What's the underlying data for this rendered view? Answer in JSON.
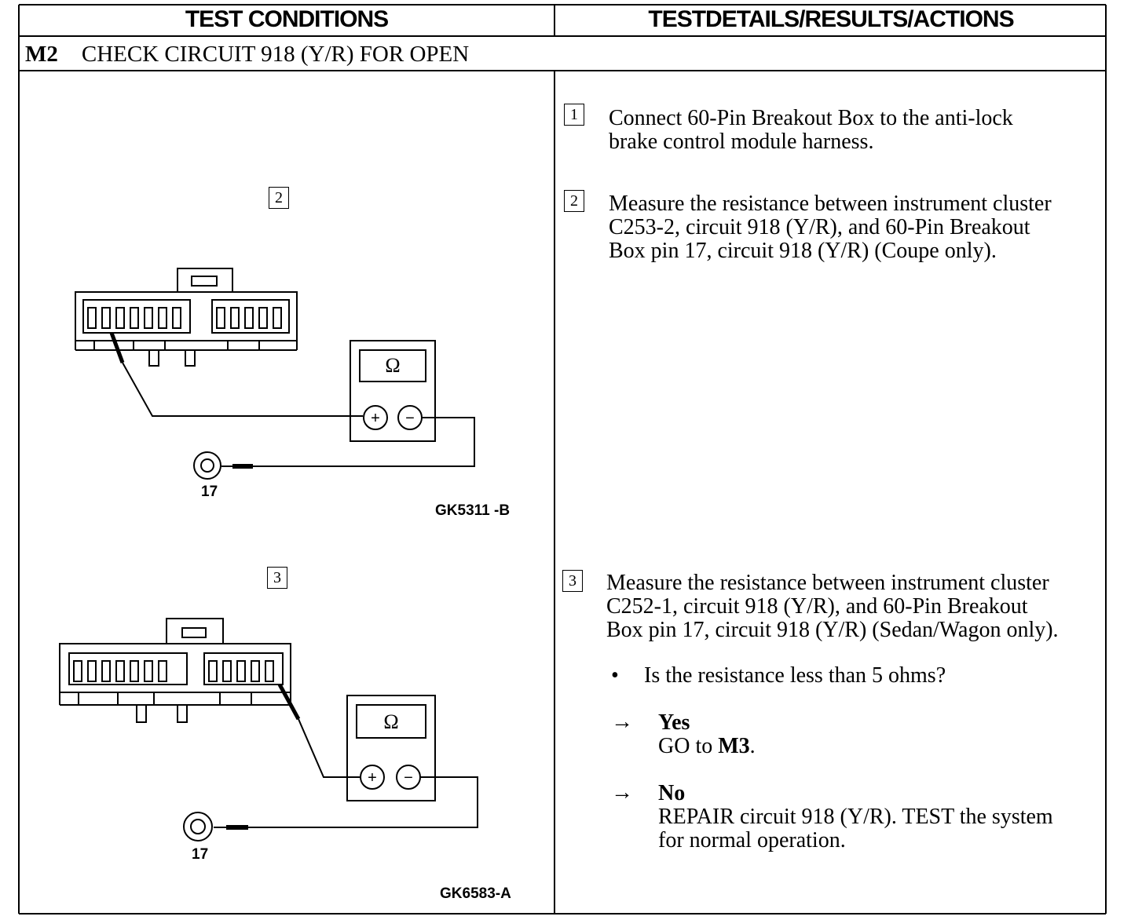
{
  "header": {
    "left": "TEST CONDITIONS",
    "right": "TESTDETAILS/RESULTS/ACTIONS"
  },
  "section": {
    "code": "M2",
    "title": "CHECK CIRCUIT 918 (Y/R) FOR OPEN"
  },
  "figures": [
    {
      "step": "2",
      "meter_symbol": "Ω",
      "plus": "+",
      "minus": "−",
      "pin": "17",
      "label": "GK5311 -B"
    },
    {
      "step": "3",
      "meter_symbol": "Ω",
      "plus": "+",
      "minus": "−",
      "pin": "17",
      "label": "GK6583-A"
    }
  ],
  "steps": [
    {
      "number": "1",
      "text_lines": [
        "Connect 60-Pin Breakout Box to the anti-lock",
        "brake control module harness."
      ]
    },
    {
      "number": "2",
      "text_lines": [
        "Measure the resistance between instrument cluster",
        "C253-2, circuit 918 (Y/R), and 60-Pin Breakout",
        "Box pin 17, circuit 918 (Y/R) (Coupe only)."
      ]
    },
    {
      "number": "3",
      "text_lines": [
        "Measure the resistance between instrument cluster",
        "C252-1, circuit 918 (Y/R), and 60-Pin Breakout",
        "Box pin 17, circuit 918 (Y/R) (Sedan/Wagon only)."
      ]
    }
  ],
  "question": {
    "bullet": "•",
    "text": "Is the resistance less than 5 ohms?"
  },
  "results": [
    {
      "arrow": "→",
      "answer": "Yes",
      "action_prefix": "GO to ",
      "action_bold": "M3",
      "action_suffix": "."
    },
    {
      "arrow": "→",
      "answer": "No",
      "action_lines": [
        "REPAIR circuit 918 (Y/R). TEST the system",
        "for normal operation."
      ]
    }
  ]
}
